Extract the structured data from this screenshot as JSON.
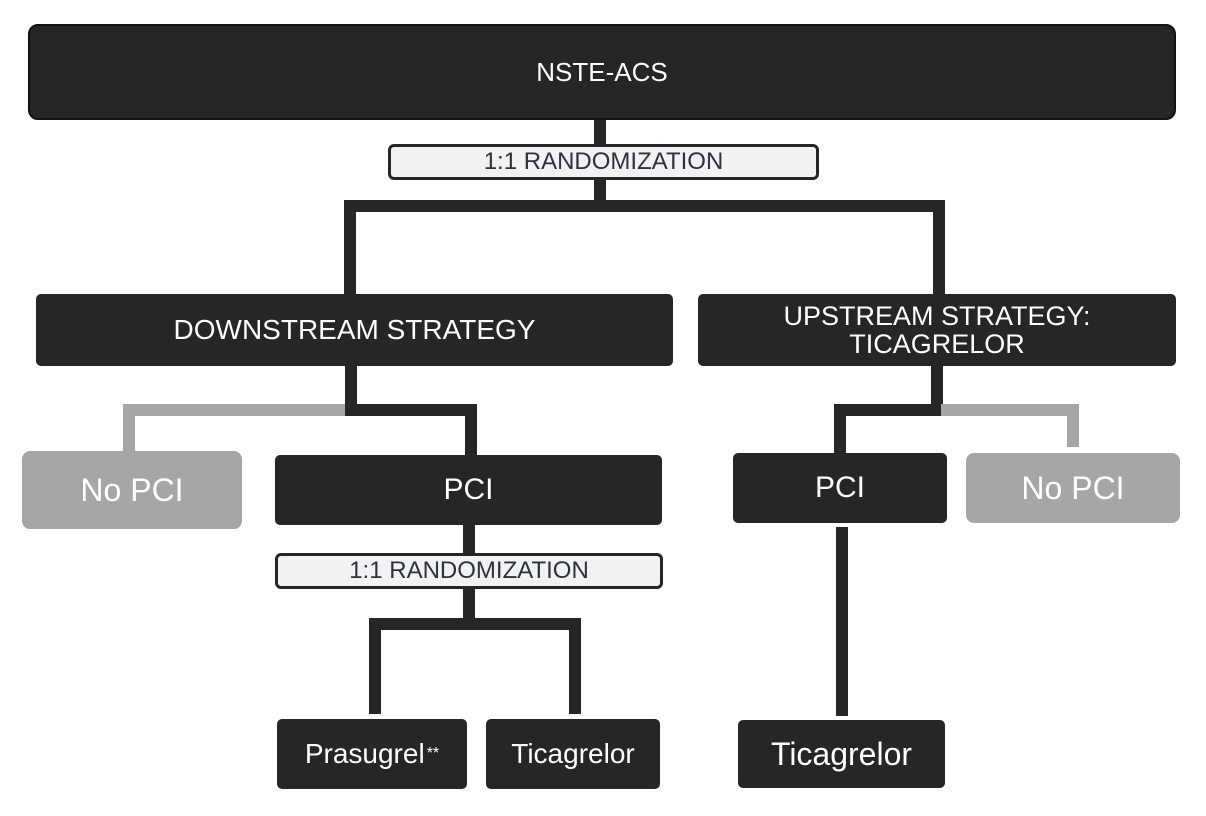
{
  "diagram": {
    "root": {
      "label": "NSTE-ACS"
    },
    "randomization_top": {
      "label": "1:1 RANDOMIZATION"
    },
    "downstream": {
      "label": "DOWNSTREAM STRATEGY",
      "no_pci": {
        "label": "No PCI"
      },
      "pci": {
        "label": "PCI",
        "randomization": {
          "label": "1:1 RANDOMIZATION"
        },
        "arms": [
          {
            "label": "Prasugrel",
            "footnote_marker": "**"
          },
          {
            "label": "Ticagrelor"
          }
        ]
      }
    },
    "upstream": {
      "label_line1": "UPSTREAM STRATEGY:",
      "label_line2": "TICAGRELOR",
      "pci": {
        "label": "PCI",
        "arm": {
          "label": "Ticagrelor"
        }
      },
      "no_pci": {
        "label": "No PCI"
      }
    },
    "colors": {
      "active": "#262626",
      "inactive": "#a6a6a6",
      "randomization_fill": "#f2f2f2",
      "randomization_text": "#2b3240",
      "node_text": "#ffffff"
    }
  }
}
